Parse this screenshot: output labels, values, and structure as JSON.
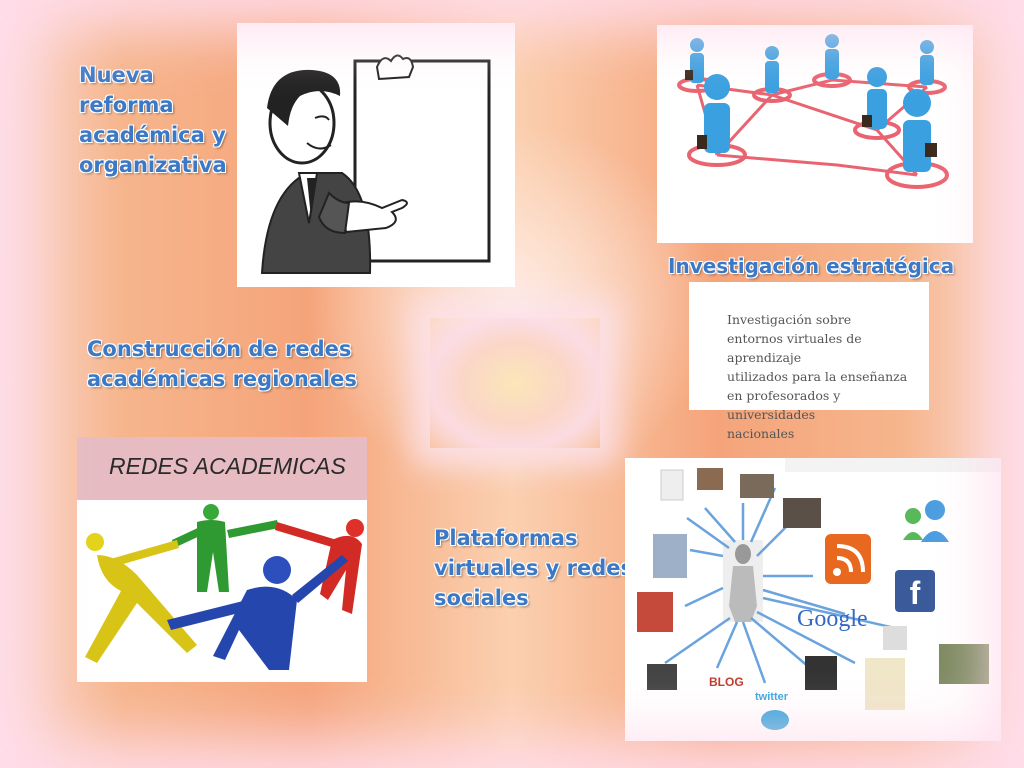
{
  "titles": {
    "reforma": "Nueva\nreforma\nacadémica y\norganizativa",
    "investigacion": "Investigación estratégica",
    "construccion": "Construcción de redes\nacadémicas regionales",
    "plataformas": "Plataformas\nvirtuales y redes\nsociales"
  },
  "research_doc": {
    "text": "Investigación sobre\nentornos virtuales de aprendizaje\nutilizados para la enseñanza\nen profesorados y universidades\nnacionales"
  },
  "redes_panel": {
    "heading": "REDES ACADEMICAS"
  },
  "social_panel": {
    "logos": {
      "google": "Google",
      "blog": "BLOG",
      "twitter": "twitter",
      "facebook": "f"
    }
  },
  "colors": {
    "title_blue": "#3b78c5",
    "accent_orange": "#f5a47a"
  },
  "icons": [
    "cartoon-man-presenting",
    "business-network-people",
    "people-circle-holding-hands",
    "social-network-map"
  ]
}
